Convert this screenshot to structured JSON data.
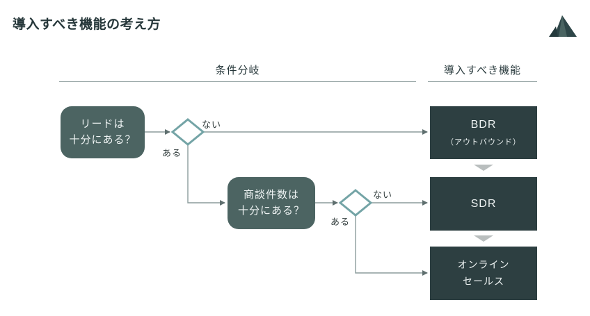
{
  "page": {
    "title": "導入すべき機能の考え方"
  },
  "logo": {
    "icon": "pyramid-icon"
  },
  "headers": {
    "conditions": "条件分岐",
    "features": "導入すべき機能"
  },
  "flow": {
    "question1": {
      "line1": "リードは",
      "line2": "十分にある？"
    },
    "question2": {
      "line1": "商談件数は",
      "line2": "十分にある？"
    },
    "branch1": {
      "no": "ない",
      "yes": "ある"
    },
    "branch2": {
      "no": "ない",
      "yes": "ある"
    },
    "outcome_bdr": {
      "title": "BDR",
      "subtitle": "（アウトバウンド）"
    },
    "outcome_sdr": {
      "title": "SDR"
    },
    "outcome_online": {
      "line1": "オンライン",
      "line2": "セールス"
    }
  },
  "colors": {
    "accent_dark": "#2d3f41",
    "accent_teal": "#4c6462",
    "diamond_stroke": "#74a4a6",
    "connector": "#8c9c9c",
    "arrowhead": "#5f6f6f",
    "chevron": "#b9bebe",
    "rule": "#9aa8a8",
    "title_text": "#26373a",
    "label_text": "#303b3b"
  }
}
